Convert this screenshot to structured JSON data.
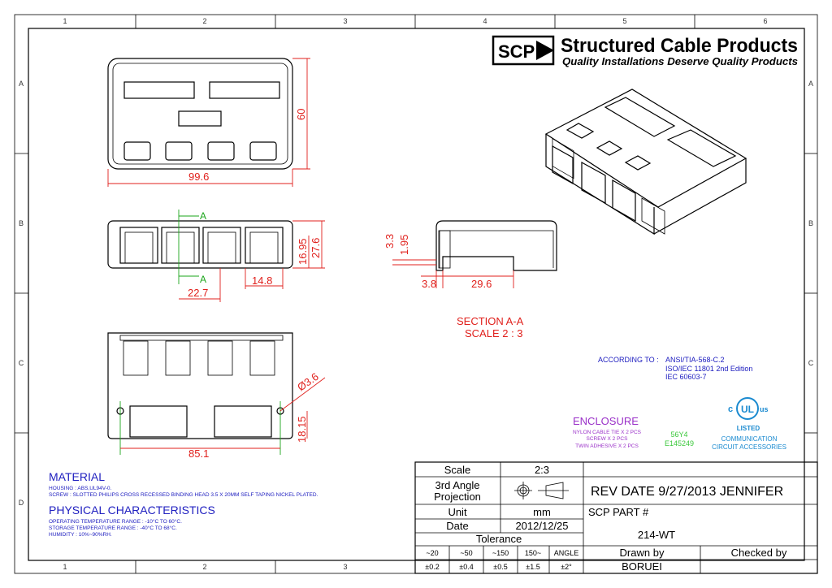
{
  "grid": {
    "columns": [
      "1",
      "2",
      "3",
      "4",
      "5",
      "6"
    ],
    "rows": [
      "A",
      "B",
      "C",
      "D"
    ]
  },
  "logo": {
    "badge": "SCP",
    "company": "Structured Cable Products",
    "tagline": "Quality Installations Deserve Quality Products"
  },
  "dimensions": {
    "front_width": "99.6",
    "front_height": "60",
    "side_height_outer": "27.6",
    "side_height_inner": "16.95",
    "port_pitch": "22.7",
    "port_width": "14.8",
    "section_marker": "A",
    "section_h1": "3.3",
    "section_h2": "1.95",
    "section_w1": "3.8",
    "section_w2": "29.6",
    "hole_diameter": "Ø3.6",
    "hole_spacing": "85.1",
    "hole_offset": "18.15"
  },
  "section_label": {
    "title": "SECTION A-A",
    "scale": "SCALE 2 : 3"
  },
  "standards": {
    "label": "ACCORDING TO :",
    "items": [
      "ANSI/TIA-568-C.2",
      "ISO/IEC 11801 2nd Edition",
      "IEC 60603-7"
    ]
  },
  "enclosure": {
    "title": "ENCLOSURE",
    "items": [
      "NYLON CABLE TIE X 2 PCS",
      "SCREW X 2 PCS",
      "TWIN ADHESIVE X 2 PCS"
    ]
  },
  "ul": {
    "code": "56Y4",
    "file": "E145249",
    "mark_c": "c",
    "mark_ul": "UL",
    "mark_us": "us",
    "listed": "LISTED",
    "category": [
      "COMMUNICATION",
      "CIRCUIT ACCESSORIES"
    ]
  },
  "material": {
    "title": "MATERIAL",
    "lines": [
      "HOUSING : ABS,UL94V-0.",
      "SCREW : SLOTTED PHILIPS CROSS RECESSED BINDING HEAD 3.5 X 20MM SELF TAPING NICKEL PLATED."
    ]
  },
  "physical": {
    "title": "PHYSICAL CHARACTERISTICS",
    "lines": [
      "OPERATING TEMPERATURE RANGE : -10°C TO 60°C.",
      "STORAGE TEMPERATURE RANGE : -40°C TO 68°C.",
      "HUMIDITY : 10%~90%RH."
    ]
  },
  "title_block": {
    "scale_label": "Scale",
    "scale_value": "2:3",
    "projection_label_1": "3rd Angle",
    "projection_label_2": "Projection",
    "unit_label": "Unit",
    "unit_value": "mm",
    "date_label": "Date",
    "date_value": "2012/12/25",
    "tolerance_label": "Tolerance",
    "tolerance_headers": [
      "~20",
      "~50",
      "~150",
      "150~",
      "ANGLE"
    ],
    "tolerance_values": [
      "±0.2",
      "±0.4",
      "±0.5",
      "±1.5",
      "±2°"
    ],
    "rev": "REV DATE 9/27/2013   JENNIFER",
    "part_label": "SCP PART #",
    "part_number": "214-WT",
    "drawn_label": "Drawn by",
    "drawn_value": "BORUEI",
    "checked_label": "Checked by"
  }
}
